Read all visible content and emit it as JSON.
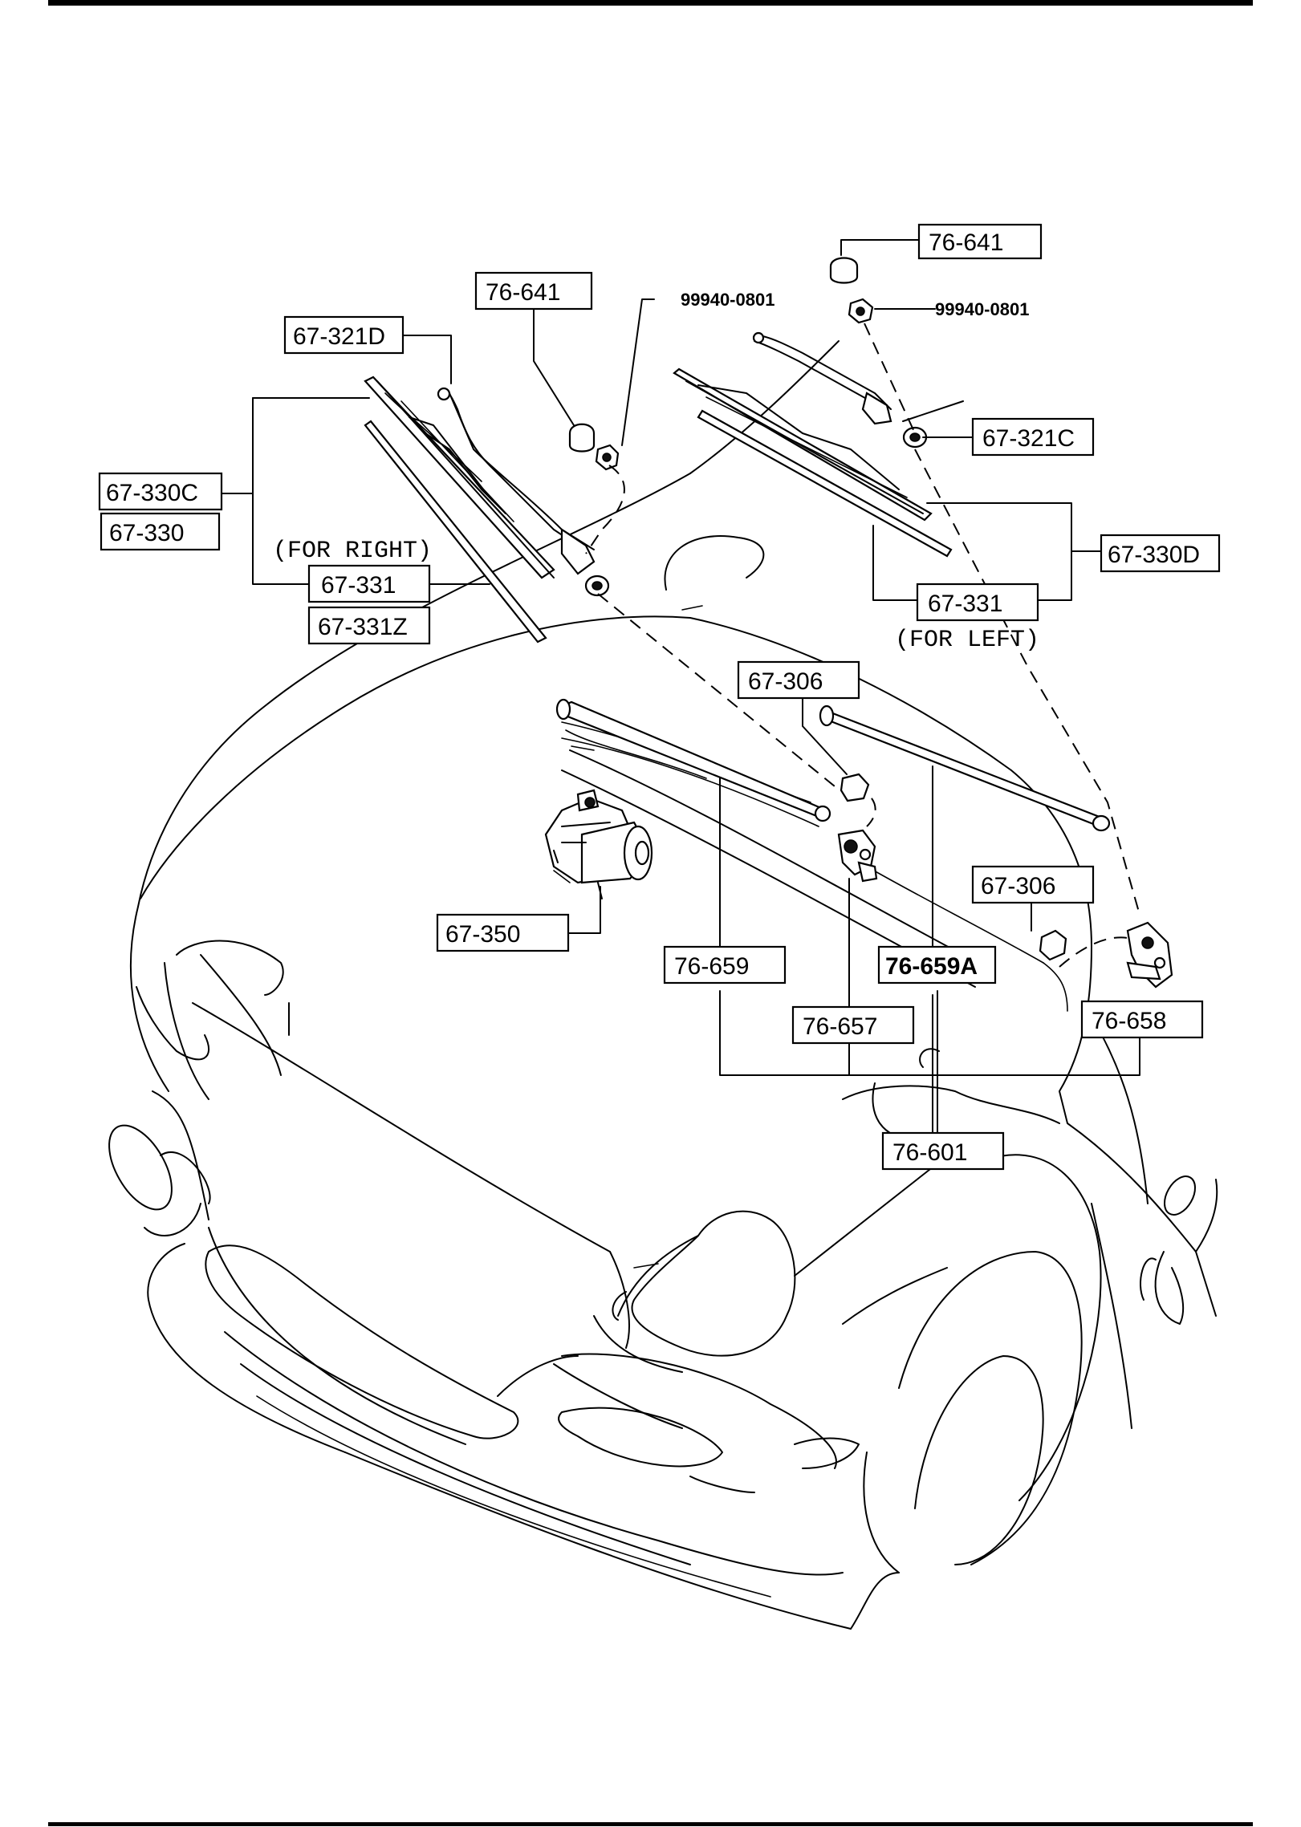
{
  "diagram": {
    "callouts": {
      "top_cap": "76-641",
      "top_nut": "99940-0801",
      "right_cap": "76-641",
      "right_nut": "99940-0801",
      "arm_right": "67-321D",
      "arm_left": "67-321C",
      "blade_right_a": "67-330C",
      "blade_right_b": "67-330",
      "rubber_right_a": "67-331",
      "rubber_right_b": "67-331Z",
      "note_right": "(FOR RIGHT)",
      "blade_left": "67-330D",
      "rubber_left": "67-331",
      "note_left": "(FOR LEFT)",
      "pivot_cap_left": "67-306",
      "pivot_cap_right": "67-306",
      "motor": "67-350",
      "link_left": "76-659",
      "link_right": "76-659A",
      "pivot_left": "76-657",
      "pivot_right": "76-658",
      "linkage_assy": "76-601"
    }
  }
}
